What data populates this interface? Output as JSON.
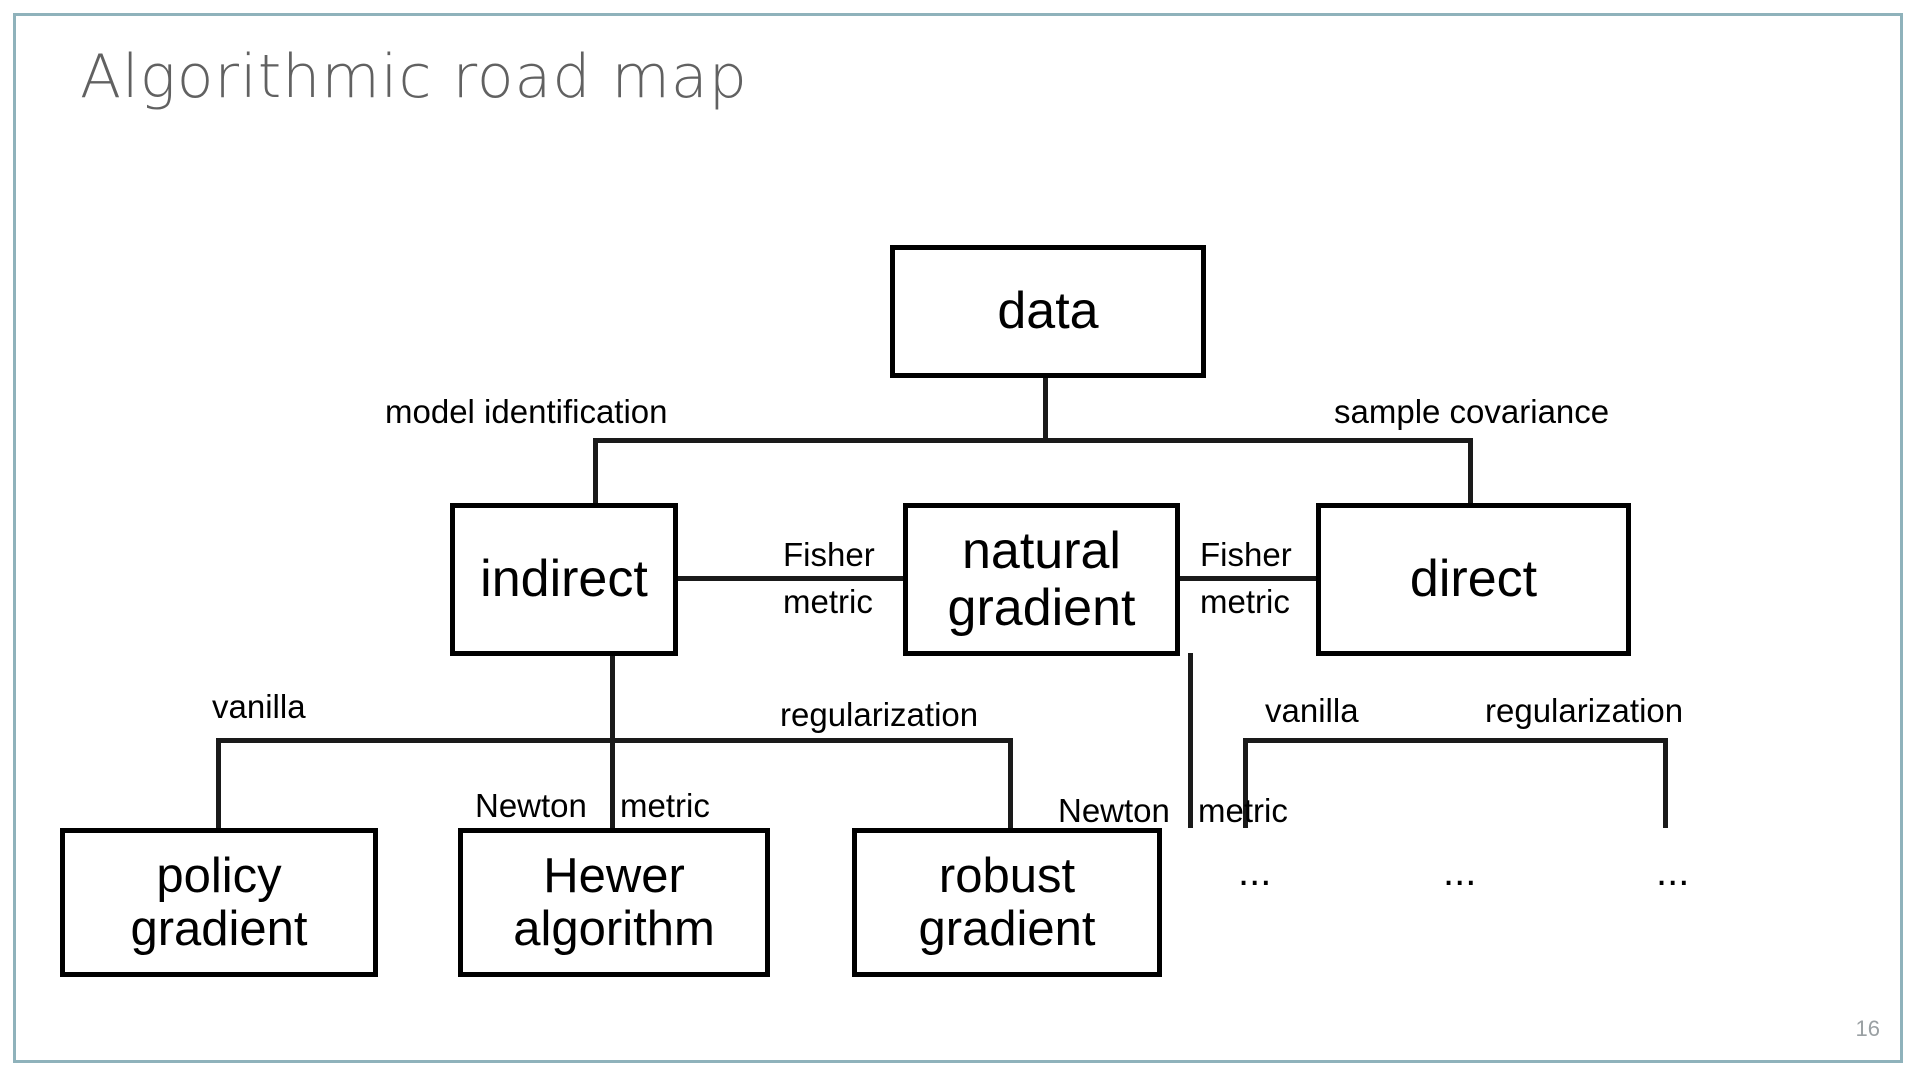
{
  "slide": {
    "title": "Algorithmic road map",
    "page_number": "16",
    "frame_color": "#8fb2bb",
    "title_color": "#616161",
    "page_number_color": "#9aa0a3",
    "diagram_color": "#000000"
  },
  "diagram": {
    "type": "tree",
    "nodes": {
      "data": "data",
      "indirect": "indirect",
      "natural_gradient": "natural\ngradient",
      "direct": "direct",
      "policy_gradient": "policy\ngradient",
      "hewer_algorithm": "Hewer\nalgorithm",
      "robust_gradient": "robust\ngradient"
    },
    "edge_labels": {
      "model_identification": "model identification",
      "sample_covariance": "sample covariance",
      "fisher_left_line1": "Fisher",
      "fisher_left_line2": "metric",
      "fisher_right_line1": "Fisher",
      "fisher_right_line2": "metric",
      "vanilla_left": "vanilla",
      "regularization_left": "regularization",
      "newton_metric_left": "Newton",
      "newton_metric_left2": "metric",
      "vanilla_right": "vanilla",
      "regularization_right": "regularization",
      "newton_metric_right": "Newton",
      "newton_metric_right2": "metric"
    },
    "placeholders": {
      "one": "...",
      "two": "...",
      "three": "..."
    }
  }
}
